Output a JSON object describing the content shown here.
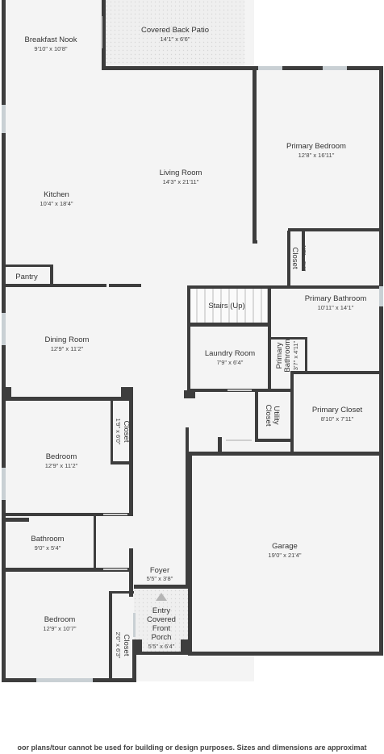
{
  "rooms": {
    "breakfast_nook": {
      "name": "Breakfast Nook",
      "dim": "9'10\" x 10'8\""
    },
    "covered_back_patio": {
      "name": "Covered Back Patio",
      "dim": "14'1\" x 6'6\""
    },
    "primary_bedroom": {
      "name": "Primary Bedroom",
      "dim": "12'8\" x 16'11\""
    },
    "living_room": {
      "name": "Living Room",
      "dim": "14'3\" x 21'11\""
    },
    "kitchen": {
      "name": "Kitchen",
      "dim": "10'4\" x 18'4\""
    },
    "closet_primary": {
      "name": "Closet",
      "dim": "1'7\" x 5'6\""
    },
    "pantry": {
      "name": "Pantry"
    },
    "stairs": {
      "name": "Stairs (Up)"
    },
    "primary_bathroom": {
      "name": "Primary Bathroom",
      "dim": "10'11\" x 14'1\""
    },
    "dining_room": {
      "name": "Dining Room",
      "dim": "12'9\" x 11'2\""
    },
    "laundry_room": {
      "name": "Laundry Room",
      "dim": "7'9\" x 6'4\""
    },
    "primary_bathroom_2": {
      "line1": "Primary",
      "line2": "Bathroom",
      "dim": "3'7\" x 4'11\""
    },
    "utility_closet": {
      "line1": "Utility",
      "line2": "Closet"
    },
    "primary_closet": {
      "name": "Primary Closet",
      "dim": "8'10\" x 7'11\""
    },
    "bedroom_1": {
      "name": "Bedroom",
      "dim": "12'9\" x 11'2\""
    },
    "closet_bed1": {
      "name": "Closet",
      "dim": "1'9\" x 6'0\""
    },
    "garage": {
      "name": "Garage",
      "dim": "19'0\" x 21'4\""
    },
    "bathroom": {
      "name": "Bathroom",
      "dim": "9'0\" x 5'4\""
    },
    "foyer": {
      "name": "Foyer",
      "dim": "5'5\" x 3'8\""
    },
    "entry_porch": {
      "line1": "Entry",
      "line2": "Covered",
      "line3": "Front",
      "line4": "Porch",
      "dim": "5'5\" x 6'4\""
    },
    "bedroom_2": {
      "name": "Bedroom",
      "dim": "12'9\" x 10'7\""
    },
    "closet_bed2": {
      "name": "Closet",
      "dim": "2'0\" x 6'3\""
    }
  },
  "disclaimer": "oor plans/tour cannot be used for building or design purposes. Sizes and dimensions are approximat",
  "colors": {
    "wall": "#3d3d3d",
    "floor": "#f4f4f4",
    "window": "#bfc7cc",
    "patio": "#ececec"
  }
}
